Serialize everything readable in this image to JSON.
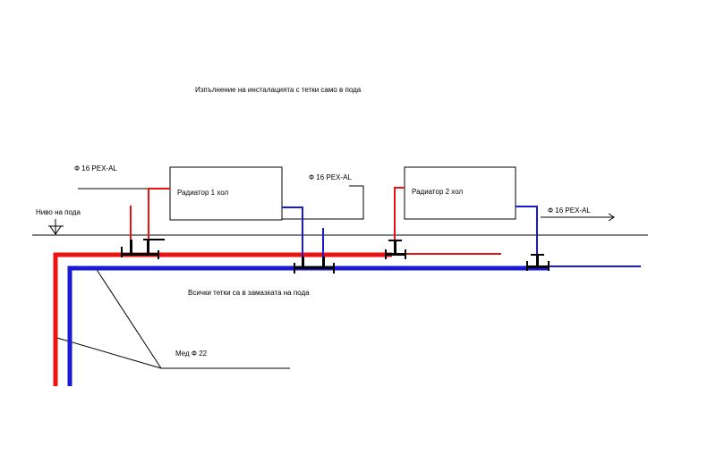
{
  "title": "Изпълнение на инсталацията с тетки само в пода",
  "labels": {
    "floor_level": "Ниво на пода",
    "pipe_left": "Ф 16 PEX-AL",
    "pipe_middle": "Ф 16 PEX-AL",
    "pipe_right": "Ф 16 PEX-AL",
    "screed_note": "Всички тетки са в замазката на пода",
    "copper": "Мед Ф 22"
  },
  "radiators": [
    {
      "label": "Радиатор 1 хол"
    },
    {
      "label": "Радиатор 2 хол"
    }
  ],
  "colors": {
    "supply": "#ee1111",
    "return": "#1a1ad6",
    "tee": "#000000",
    "line": "#000000"
  }
}
